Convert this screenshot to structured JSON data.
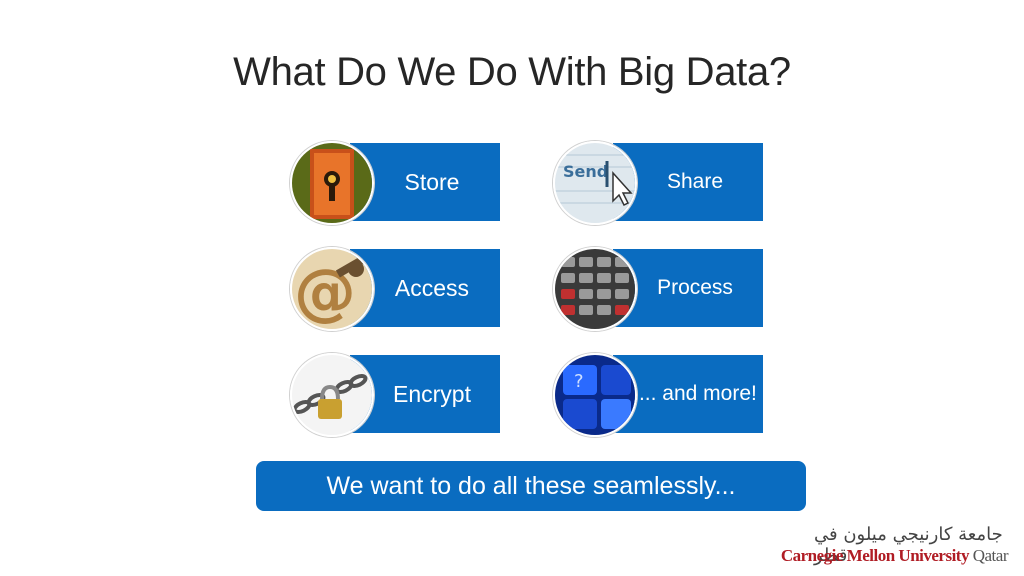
{
  "slide": {
    "title": "What Do We Do With Big Data?",
    "items": [
      {
        "label": "Store",
        "icon": "lock-icon"
      },
      {
        "label": "Share",
        "icon": "send-icon"
      },
      {
        "label": "Access",
        "icon": "at-key-icon"
      },
      {
        "label": "Process",
        "icon": "calculator-icon"
      },
      {
        "label": "Encrypt",
        "icon": "chain-padlock-icon"
      },
      {
        "label": ".... and more!",
        "icon": "keyboard-icon"
      }
    ],
    "banner": "We want to do all these seamlessly...",
    "logo": {
      "arabic": "جامعة كارنيجي ميلون في قطر",
      "name": "Carnegie Mellon University",
      "campus": "Qatar"
    }
  },
  "colors": {
    "accent": "#0a6cc0",
    "title": "#262626",
    "logo_red": "#b01c24"
  }
}
